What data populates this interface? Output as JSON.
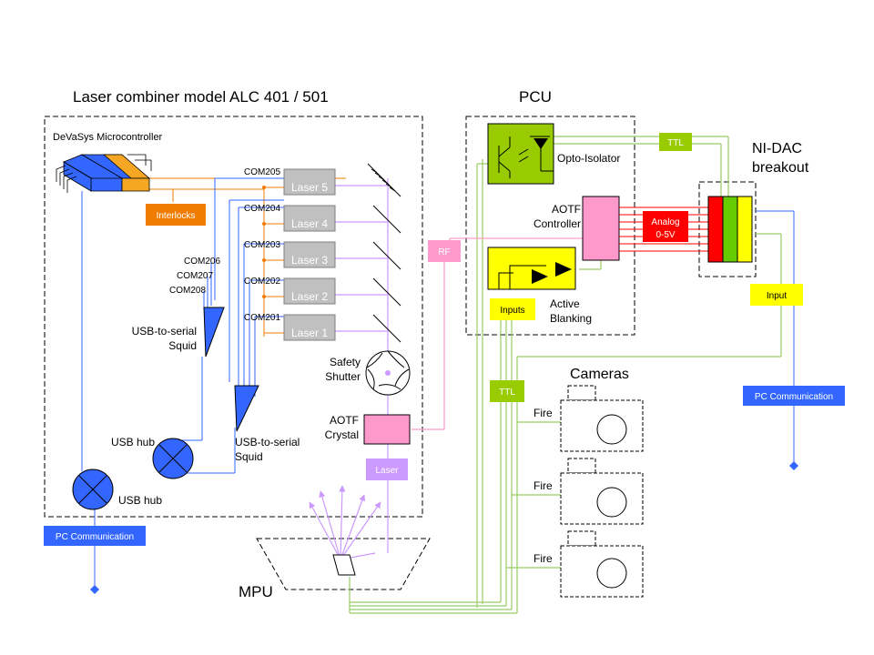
{
  "titles": {
    "combiner": "Laser combiner model ALC 401 / 501",
    "pcu": "PCU",
    "nidac": [
      "NI-DAC",
      "breakout"
    ],
    "mpu": "MPU",
    "cameras": "Cameras"
  },
  "labels": {
    "devasys": "DeVaSys Microcontroller",
    "interlocks": "Interlocks",
    "squid1": [
      "USB-to-serial",
      "Squid"
    ],
    "squid2": [
      "USB-to-serial",
      "Squid"
    ],
    "usbhub_inner": "USB hub",
    "usbhub_outer": "USB hub",
    "pc_left": "PC Communication",
    "pc_right": "PC Communication",
    "safety": [
      "Safety",
      "Shutter"
    ],
    "aotf_crystal": [
      "AOTF",
      "Crystal"
    ],
    "laser_tag": "Laser",
    "rf": "RF",
    "opto": "Opto-Isolator",
    "aotf_ctrl": [
      "AOTF",
      "Controller"
    ],
    "analog": [
      "Analog",
      "0-5V"
    ],
    "inputs": "Inputs",
    "active": [
      "Active",
      "Blanking"
    ],
    "ttl_top": "TTL",
    "ttl_mid": "TTL",
    "input_right": "Input",
    "fire": [
      "Fire",
      "Fire",
      "Fire"
    ]
  },
  "lasers": [
    "Laser 5",
    "Laser 4",
    "Laser 3",
    "Laser 2",
    "Laser 1"
  ],
  "com_lasers": [
    "COM205",
    "COM204",
    "COM203",
    "COM202",
    "COM201"
  ],
  "com_left": [
    "COM206",
    "COM207",
    "COM208"
  ],
  "colors": {
    "orange": "#f07d00",
    "lightgreen": "#99cc00",
    "wire_green": "#99cc66",
    "blue": "#3366ff",
    "purple": "#cc99ff",
    "pink": "#ff99cc",
    "yellow": "#ffff00",
    "red": "#ff0000",
    "laser_gray": "#c0c0c0"
  }
}
